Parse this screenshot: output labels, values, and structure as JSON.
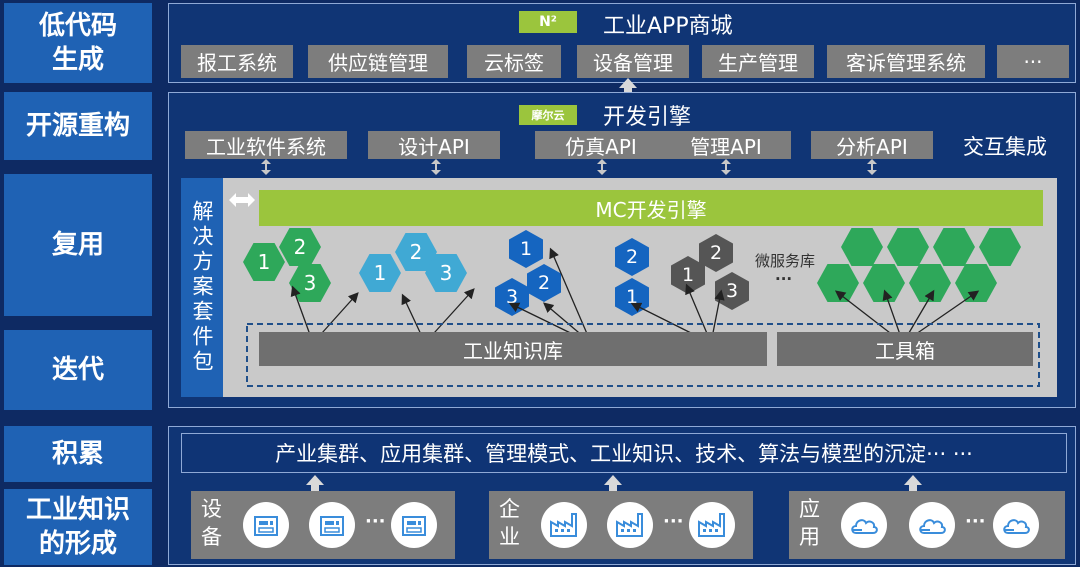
{
  "side_labels": [
    "低代码\n生成",
    "开源重构",
    "复用",
    "迭代",
    "积累",
    "工业知识\n的形成"
  ],
  "top": {
    "badge": "N²",
    "title": "工业APP商城",
    "items": [
      "报工系统",
      "供应链管理",
      "云标签",
      "设备管理",
      "生产管理",
      "客诉管理系统",
      "···"
    ]
  },
  "engine": {
    "badge": "摩尔云",
    "title": "开发引擎",
    "apis": [
      "工业软件系统",
      "设计API",
      "仿真API",
      "管理API",
      "分析API"
    ],
    "interaction": "交互集成",
    "solution_label": "解决方案套件包",
    "mc_bar": "MC开发引擎",
    "microservice_label": "微服务库",
    "microservice_more": "···",
    "knowledge_base": "工业知识库",
    "toolbox": "工具箱"
  },
  "hex_groups": [
    {
      "color": "#2ea85a",
      "labels": [
        "1",
        "2",
        "3"
      ]
    },
    {
      "color": "#40a9d4",
      "labels": [
        "1",
        "2",
        "3"
      ]
    },
    {
      "color": "#1565c0",
      "labels": [
        "1",
        "2",
        "3"
      ]
    },
    {
      "color": "#1565c0",
      "labels": [
        "2",
        "1"
      ]
    },
    {
      "color": "#555555",
      "labels": [
        "2",
        "1",
        "3"
      ]
    },
    {
      "color": "#2ea85a",
      "labels": []
    }
  ],
  "accumulate": {
    "text": "产业集群、应用集群、管理模式、工业知识、技术、算法与模型的沉淀··· ···"
  },
  "sources": [
    {
      "label": "设\n备",
      "icon": "equipment-icon",
      "more": "···"
    },
    {
      "label": "企\n业",
      "icon": "factory-icon",
      "more": "···"
    },
    {
      "label": "应\n用",
      "icon": "cloud-icon",
      "more": "···"
    }
  ],
  "colors": {
    "background": "#0e2a63",
    "side": "#1f62b4",
    "green": "#9bc53d",
    "gray": "#7d7d7d"
  }
}
